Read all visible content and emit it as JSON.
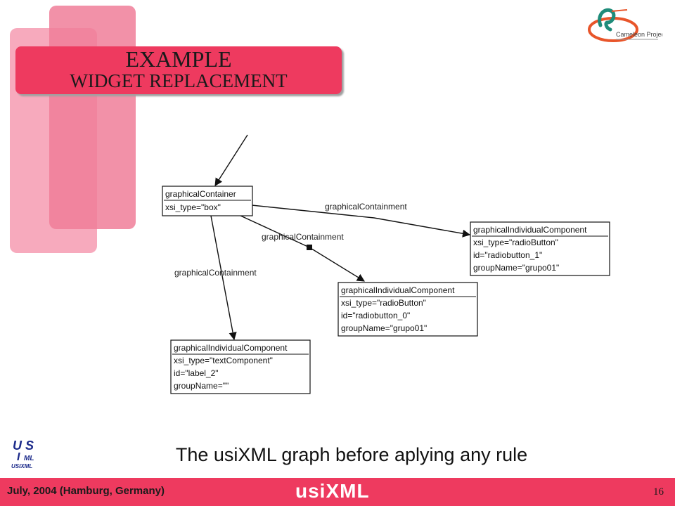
{
  "title": {
    "line1": "EXAMPLE",
    "line2": "WIDGET REPLACEMENT"
  },
  "diagram": {
    "nodes": [
      {
        "id": "container",
        "name": "node-graphical-container",
        "lines": [
          "graphicalContainer",
          "xsi_type=\"box\""
        ]
      },
      {
        "id": "radio1",
        "name": "node-radiobutton-1",
        "lines": [
          "graphicalIndividualComponent",
          "xsi_type=\"radioButton\"",
          "id=\"radiobutton_1\"",
          "groupName=\"grupo01\""
        ]
      },
      {
        "id": "radio0",
        "name": "node-radiobutton-0",
        "lines": [
          "graphicalIndividualComponent",
          "xsi_type=\"radioButton\"",
          "id=\"radiobutton_0\"",
          "groupName=\"grupo01\""
        ]
      },
      {
        "id": "label2",
        "name": "node-label-2",
        "lines": [
          "graphicalIndividualComponent",
          "xsi_type=\"textComponent\"",
          "id=\"label_2\"",
          "groupName=\"\""
        ]
      }
    ],
    "edges": [
      {
        "from": "container",
        "to": "radio1",
        "label": "graphicalContainment"
      },
      {
        "from": "container",
        "to": "radio0",
        "label": "graphicalContainment"
      },
      {
        "from": "container",
        "to": "label2",
        "label": "graphicalContainment"
      }
    ]
  },
  "caption": "The usiXML graph before aplying any rule",
  "footer": {
    "date": "July, 2004 (Hamburg, Germany)",
    "brand": "usiXML",
    "page": "16"
  },
  "logos": {
    "top_right": "Cameleon Project",
    "bottom_left": "USIXML"
  },
  "colors": {
    "accent": "#ee3a5f",
    "deco_light": "#f7aabd",
    "deco_dark": "#f07e99"
  }
}
